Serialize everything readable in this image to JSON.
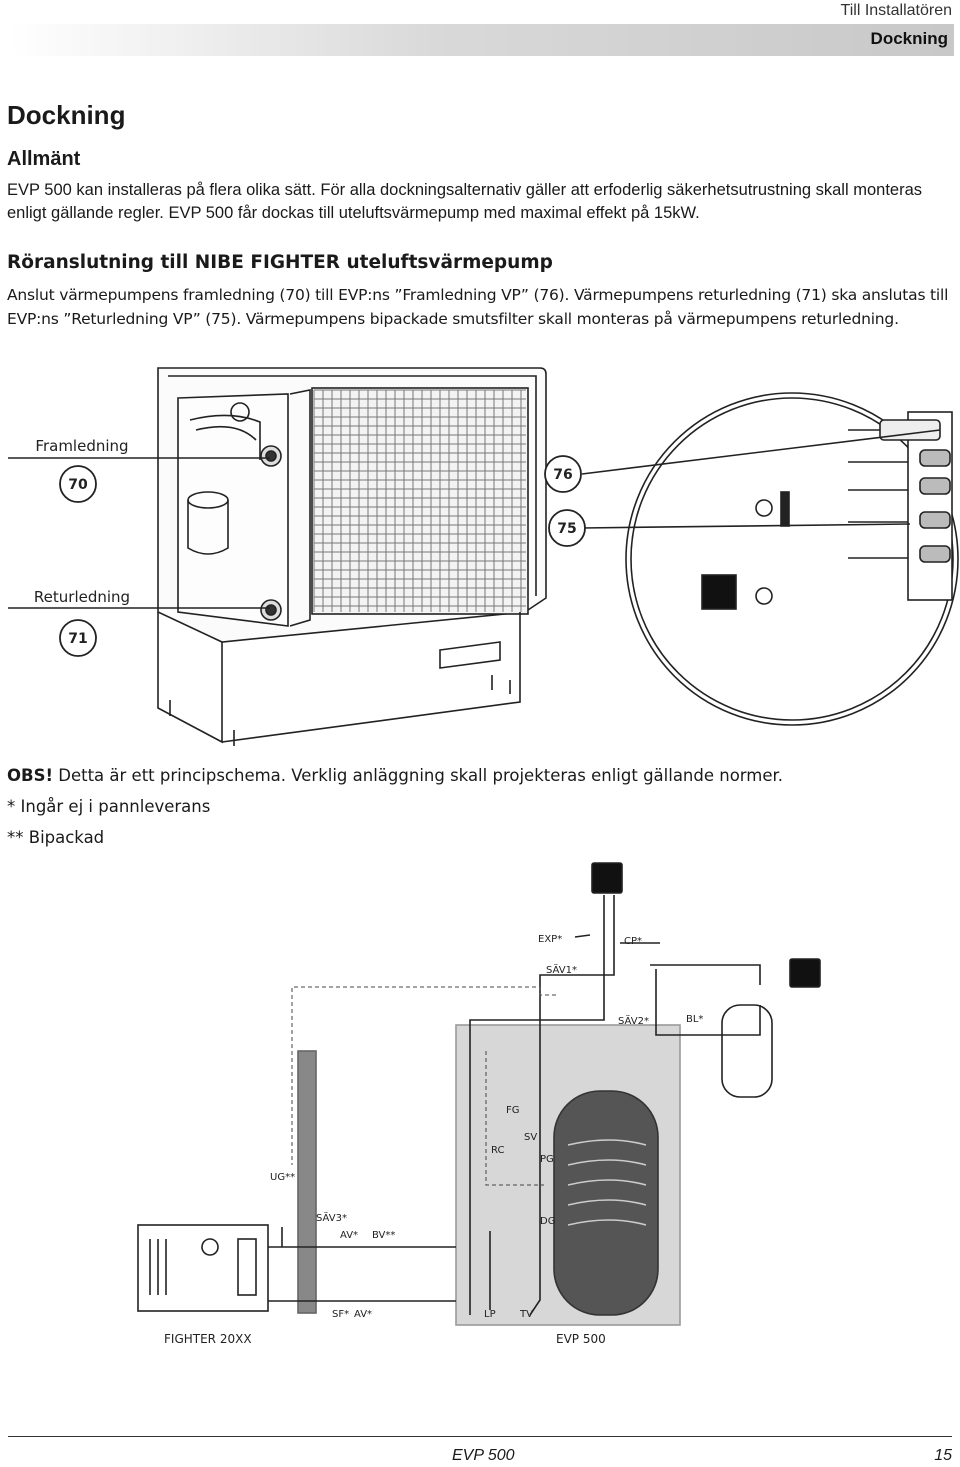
{
  "header": {
    "section": "Till Installatören",
    "subsection": "Dockning"
  },
  "title": "Dockning",
  "general": {
    "heading": "Allmänt",
    "text": "EVP 500 kan installeras på flera olika sätt. För alla dockningsalternativ gäller att erfoderlig säkerhetsutrustning skall monteras enligt gällande regler. EVP 500 får dockas till uteluftsvärmepump med maximal effekt på 15kW."
  },
  "connection": {
    "heading": "Röranslutning till NIBE FIGHTER uteluftsvärmepump",
    "text": "Anslut värmepumpens framledning (70) till EVP:ns ”Framledning VP” (76). Värmepumpens returledning (71) ska anslutas till EVP:ns ”Returledning VP” (75). Värmepumpens bipackade smutsfilter skall monteras på värmepumpens returledning."
  },
  "figure1": {
    "flow_label": "Framledning",
    "flow_number": "70",
    "return_label": "Returledning",
    "return_number": "71",
    "tank_flow_number": "76",
    "tank_return_number": "75"
  },
  "notes": {
    "obs_bold": "OBS!",
    "obs_text": " Detta är ett principschema. Verklig anläggning skall projekteras enligt gällande normer.",
    "note1": "* Ingår ej i pannleverans",
    "note2": "** Bipackad"
  },
  "schematic": {
    "labels": {
      "exp": "EXP*",
      "cp": "CP*",
      "sav1": "SÄV1*",
      "sav2": "SÄV2*",
      "bl": "BL*",
      "fg": "FG",
      "rc": "RC",
      "sv": "SV",
      "pg": "PG",
      "ug": "UG**",
      "dg": "DG",
      "sav3": "SÄV3*",
      "av1": "AV*",
      "bv": "BV**",
      "sf": "SF*",
      "av2": "AV*",
      "lp": "LP",
      "tv": "TV"
    },
    "fighter_label": "FIGHTER 20XX",
    "evp_label": "EVP 500"
  },
  "footer": {
    "model": "EVP 500",
    "page": "15"
  }
}
